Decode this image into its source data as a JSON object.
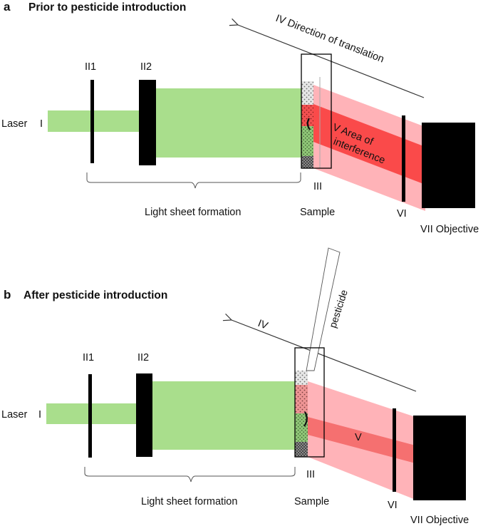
{
  "colors": {
    "beam_green": "#a9de8c",
    "beam_red_light": "#ffb3b8",
    "beam_red_dark": "#fa4a4a",
    "element_black": "#000000",
    "background": "#ffffff"
  },
  "panel_a": {
    "letter": "a",
    "title": "Prior to pesticide introduction",
    "laser_label": "Laser",
    "laser_numeral": "I",
    "ii1_label": "II1",
    "ii2_label": "II2",
    "iii_label": "III",
    "sample_label": "Sample",
    "light_sheet_label": "Light sheet formation",
    "translation_label": "IV Direction of translation",
    "interference_line1": "V Area of",
    "interference_line2": "interference",
    "vi_label": "VI",
    "objective_label": "VII Objective"
  },
  "panel_b": {
    "letter": "b",
    "title": "After pesticide introduction",
    "laser_label": "Laser",
    "laser_numeral": "I",
    "ii1_label": "II1",
    "ii2_label": "II2",
    "iii_label": "III",
    "sample_label": "Sample",
    "light_sheet_label": "Light sheet formation",
    "translation_label": "IV",
    "pesticide_label": "pesticide",
    "interference_label": "V",
    "vi_label": "VI",
    "objective_label": "VII Objective"
  }
}
